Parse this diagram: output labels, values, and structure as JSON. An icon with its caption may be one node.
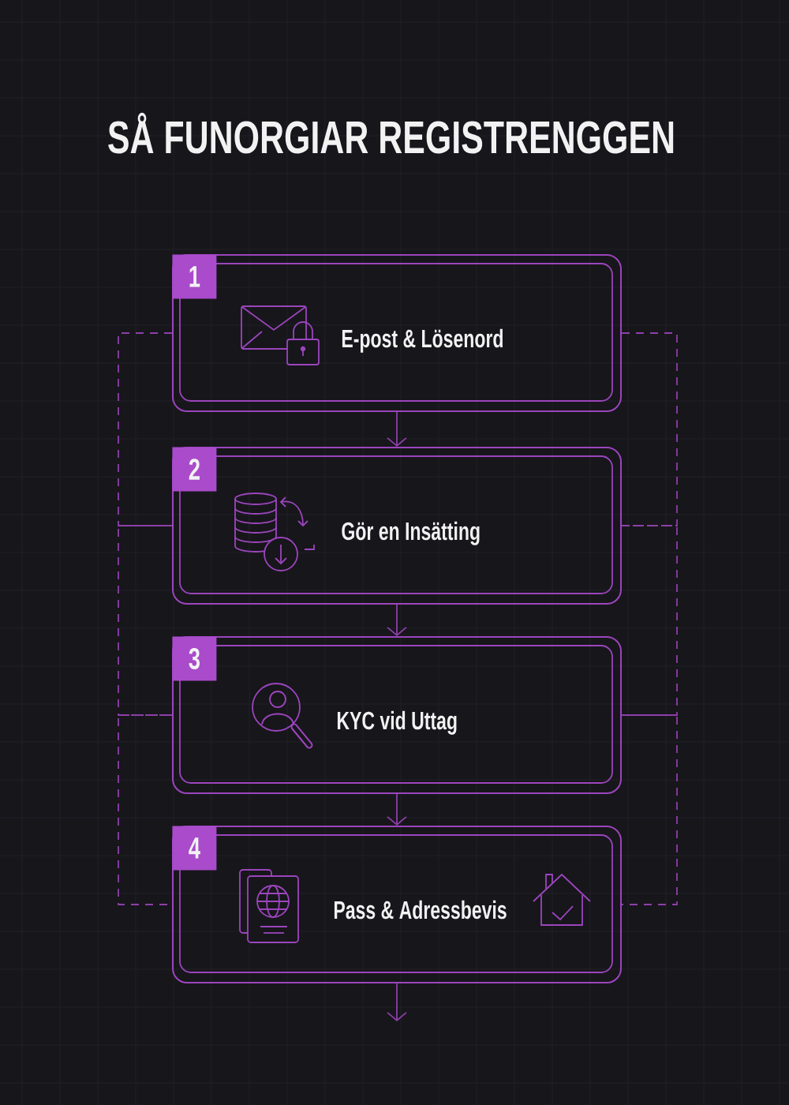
{
  "diagram": {
    "title": "SÅ FUNORGIAR REGISTRENGGEN",
    "nodes": [
      {
        "text": [
          "1",
          "E-post & Lösenord"
        ]
      },
      {
        "text": [
          "2",
          "Gör en Insätting"
        ]
      },
      {
        "text": [
          "3",
          "KYC vid Uttag"
        ]
      },
      {
        "text": [
          "4",
          "Pass & Adressbevis"
        ]
      }
    ],
    "edges": [
      {
        "from": 0,
        "to": 1,
        "arrow": "to"
      },
      {
        "from": 1,
        "to": 2,
        "arrow": "to"
      },
      {
        "from": 2,
        "to": 3,
        "arrow": "to"
      },
      {
        "from": 3,
        "to": null,
        "arrow": "to"
      },
      {
        "from": 0,
        "to": 1,
        "arrow": "none",
        "style": "dashed"
      },
      {
        "from": 1,
        "to": 2,
        "arrow": "none",
        "style": "dashed"
      },
      {
        "from": 2,
        "to": 3,
        "arrow": "none",
        "style": "dashed"
      },
      {
        "from": 0,
        "to": 1,
        "arrow": "none",
        "style": "dashed"
      },
      {
        "from": 1,
        "to": 2,
        "arrow": "none",
        "style": "dashed"
      },
      {
        "from": 2,
        "to": 3,
        "arrow": "none",
        "style": "dashed"
      }
    ]
  }
}
